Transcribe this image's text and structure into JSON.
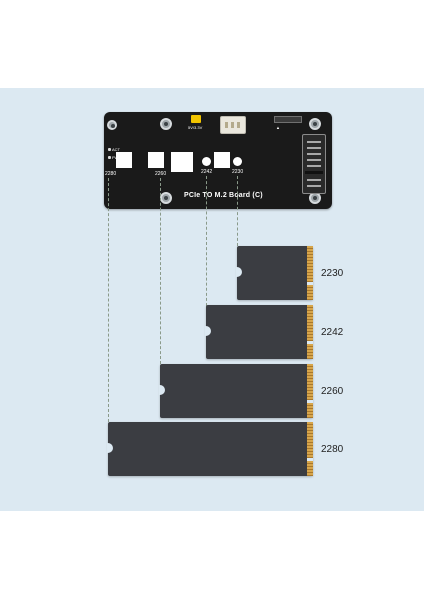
{
  "board": {
    "title": "PCIe TO M.2 Board (C)",
    "connector_label": "5V/3.3V",
    "hole_labels": [
      "2280",
      "2260",
      "2242",
      "2230"
    ],
    "side_labels": [
      "ACT",
      "PWR"
    ]
  },
  "cards": [
    {
      "size": "2230"
    },
    {
      "size": "2242"
    },
    {
      "size": "2260"
    },
    {
      "size": "2280"
    }
  ],
  "colors": {
    "background": "#dce9f2",
    "board": "#1a1a1a",
    "card": "#3b3d42",
    "gold_contacts": "#d7a64c",
    "guide_line": "#8a9a8a"
  }
}
